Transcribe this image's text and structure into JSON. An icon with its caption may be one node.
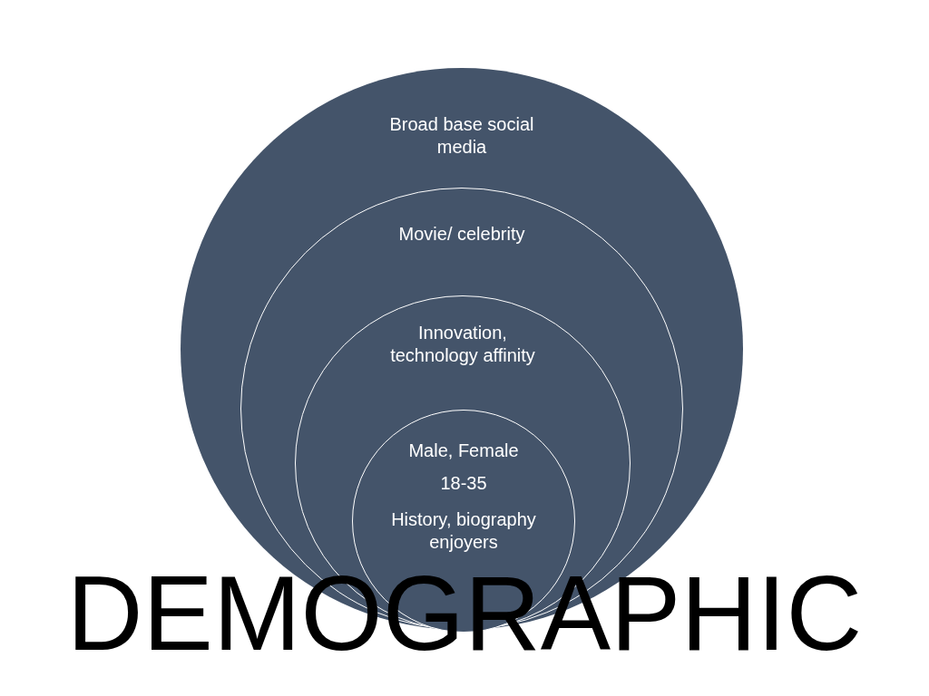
{
  "diagram": {
    "title": "DEMOGRAPHIC",
    "nodes": [
      {
        "text": [
          "Broad base social media"
        ]
      },
      {
        "text": [
          "Movie/ celebrity"
        ],
        "in": 0
      },
      {
        "text": [
          "Innovation, technology affinity"
        ],
        "in": 1
      },
      {
        "text": [
          "Male, Female",
          "18-35",
          "History, biography enjoyers"
        ],
        "in": 2
      }
    ]
  }
}
